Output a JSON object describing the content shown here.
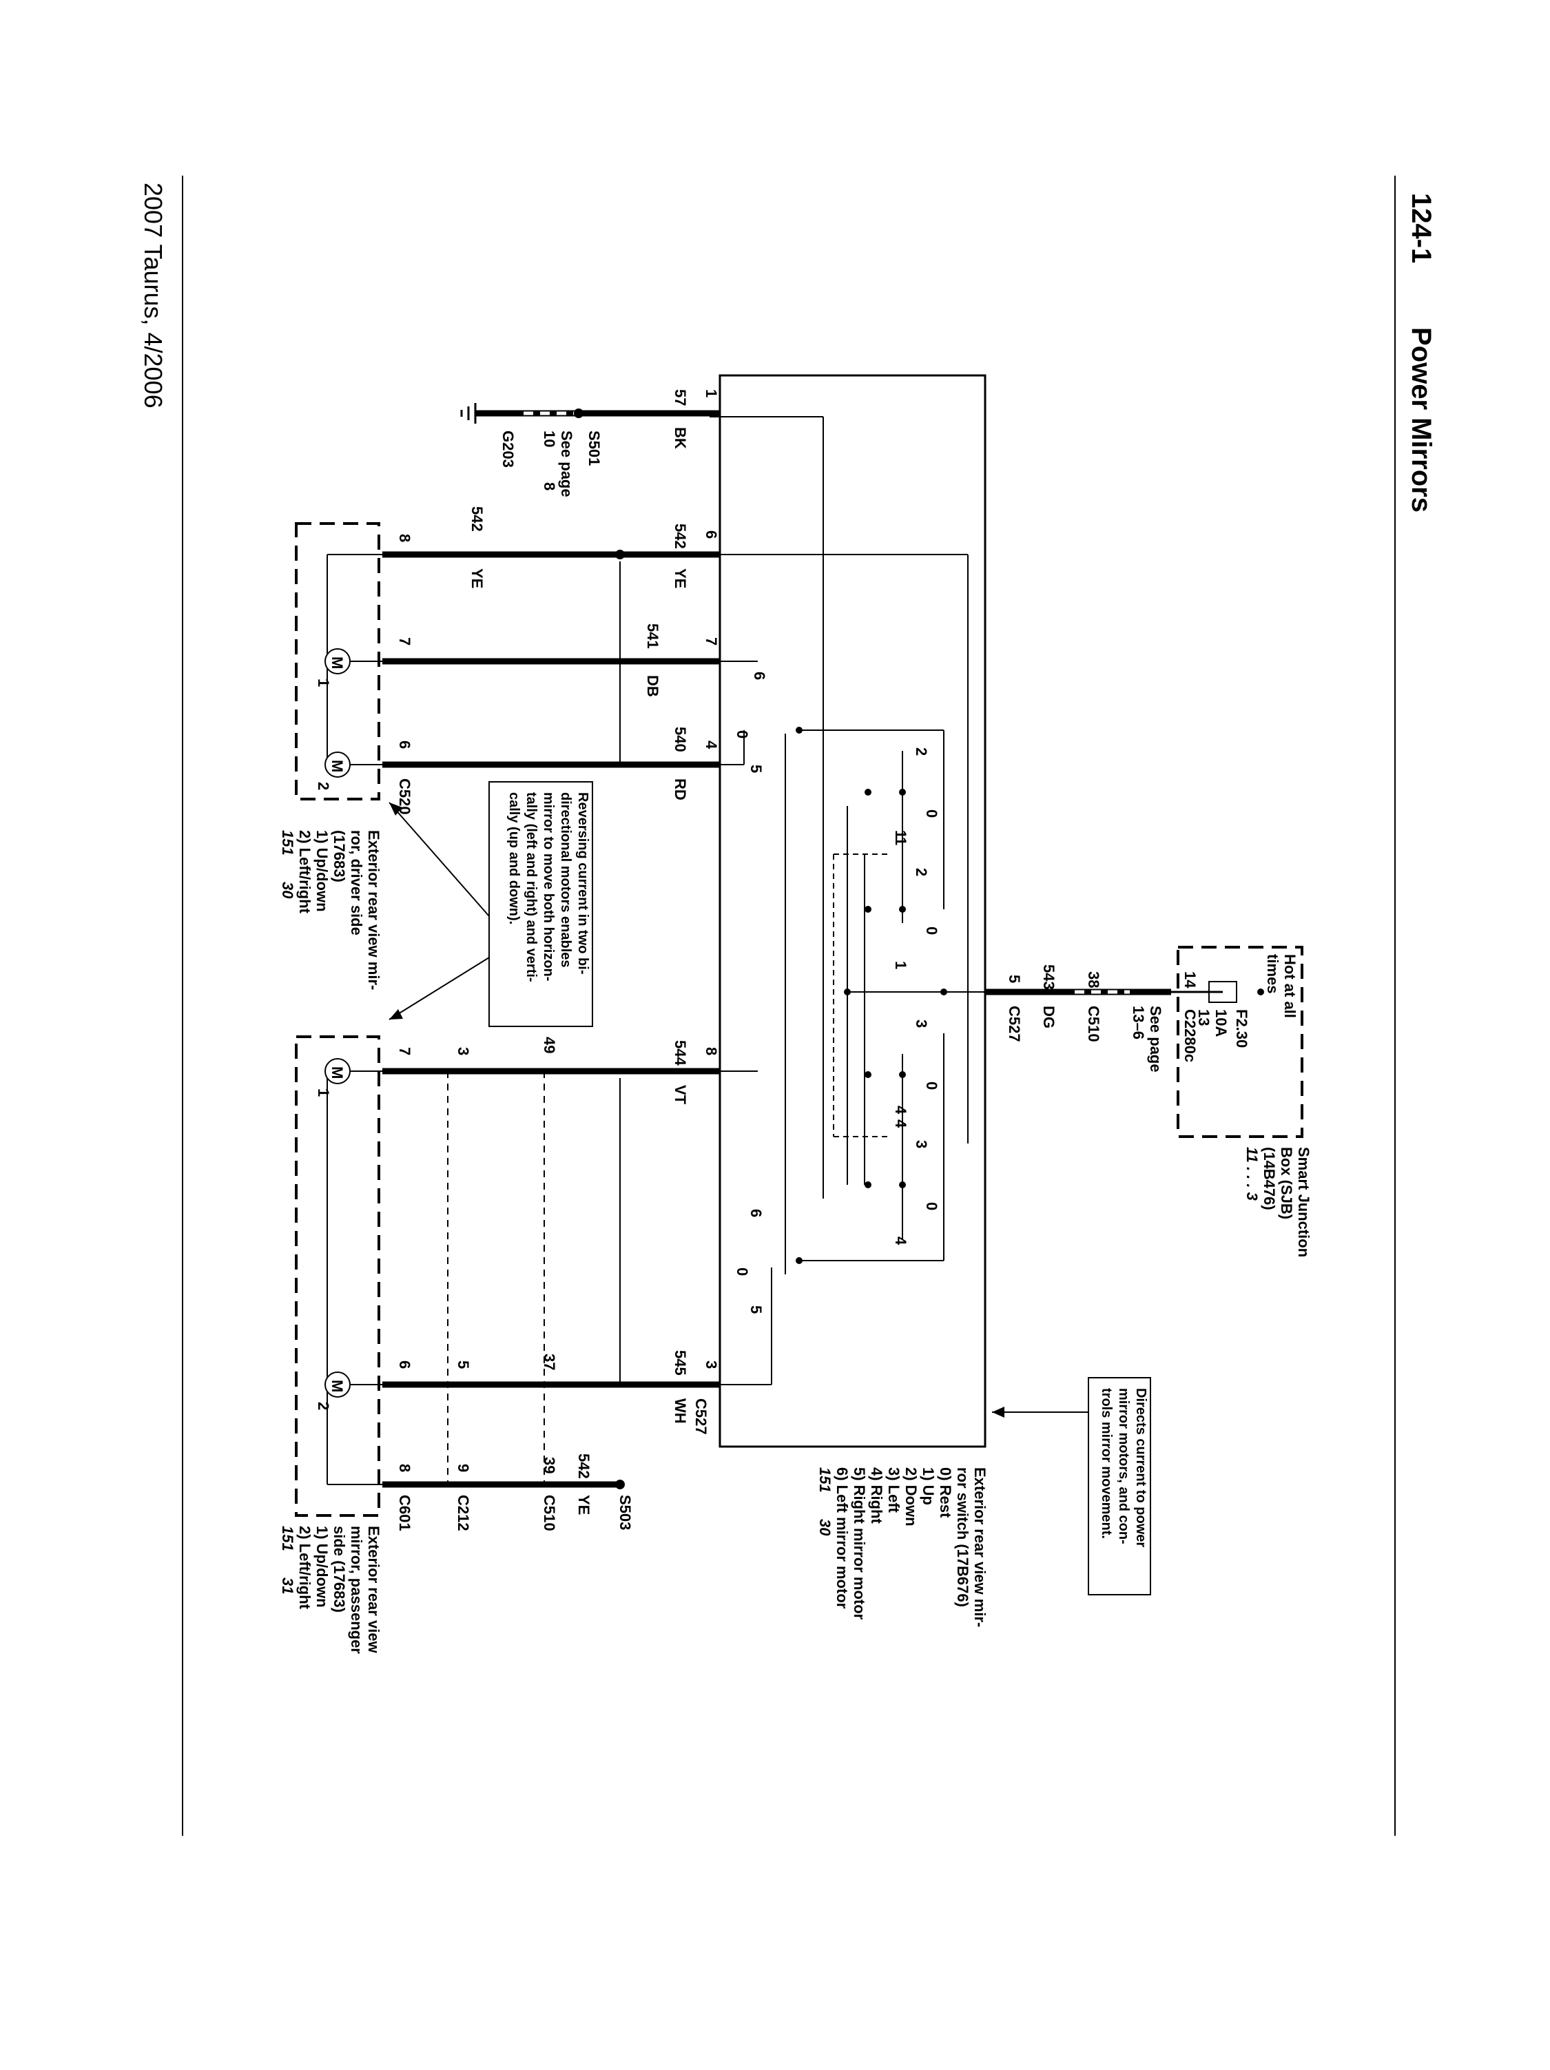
{
  "header": {
    "page_number": "124-1",
    "title": "Power Mirrors"
  },
  "footer": {
    "vehicle": "2007 Taurus, 4/2006"
  },
  "sjb": {
    "hot_label_1": "Hot at all",
    "hot_label_2": "times",
    "fuse_id": "F2.30",
    "fuse_rating": "10A",
    "pin_13": "13",
    "pin_14": "14",
    "connector": "C2280c",
    "name_1": "Smart Junction",
    "name_2": "Box (SJB)",
    "name_3": "(14B476)",
    "ref": "11 . . . 3"
  },
  "feed": {
    "pin_38": "38",
    "connector_c510": "C510",
    "see_page_1": "See page",
    "see_page_2": "13–6",
    "circuit": "543",
    "color": "DG",
    "pin_5": "5",
    "connector_c527": "C527"
  },
  "switch": {
    "callout_1": "Directs current to power",
    "callout_2": "mirror motors, and con-",
    "callout_3": "trols mirror movement.",
    "title_1": "Exterior rear view mir-",
    "title_2": "ror switch (17B676)",
    "legend": [
      "0) Rest",
      "1) Up",
      "2) Down",
      "3) Left",
      "4) Right",
      "5) Right mirror motor",
      "6) Left mirror motor"
    ],
    "ref_a": "151",
    "ref_b": "30",
    "contact_labels": {
      "upper_6": "6",
      "upper_0": "0",
      "upper_5": "5",
      "lower_6": "6",
      "lower_0": "0",
      "lower_5": "5",
      "a_2": "2",
      "a_0": "0",
      "a_1": "1",
      "b_1": "1",
      "b_2": "2",
      "b_0": "0",
      "b_1b": "1",
      "c_3": "3",
      "c_0": "0",
      "c_4": "4",
      "d_4": "4",
      "d_3": "3",
      "d_0": "0",
      "d_4b": "4"
    }
  },
  "wires_left": {
    "pin_1": "1",
    "circuit_57": "57",
    "color_bk": "BK",
    "splice_s501": "S501",
    "s501_see_1": "See page",
    "s501_see_2": "10",
    "s501_see_3": "8",
    "ground": "G203",
    "pin_6": "6",
    "circuit_542": "542",
    "color_ye": "YE",
    "circuit_542b": "542",
    "color_ye2": "YE",
    "pin_8_mirror": "8",
    "pin_7": "7",
    "circuit_541": "541",
    "color_db": "DB",
    "pin_7_mirror": "7",
    "pin_4": "4",
    "circuit_540": "540",
    "color_rd": "RD",
    "pin_6_mirror": "6",
    "connector_c520": "C520"
  },
  "wires_right": {
    "pin_8": "8",
    "circuit_544": "544",
    "color_vt": "VT",
    "pin_49": "49",
    "pin_3": "3",
    "pin_7_mirror": "7",
    "pin_3_switch": "3",
    "circuit_545": "545",
    "color_wh": "WH",
    "connector_c527": "C527",
    "pin_37": "37",
    "pin_5": "5",
    "pin_6_mirror": "6",
    "circuit_542": "542",
    "color_ye": "YE",
    "splice_s503": "S503",
    "pin_39": "39",
    "connector_c510": "C510",
    "pin_9": "9",
    "connector_c212": "C212",
    "pin_8_mirror": "8",
    "connector_c601": "C601"
  },
  "note": {
    "line_1": "Reversing current in two bi-",
    "line_2": "directional motors enables",
    "line_3": "mirror to move both horizon-",
    "line_4": "tally (left and right) and verti-",
    "line_5": "cally (up and down)."
  },
  "driver_mirror": {
    "title_1": "Exterior rear view mir-",
    "title_2": "ror, driver side",
    "title_3": "(17683)",
    "item_1": "1) Up/down",
    "item_2": "2) Left/right",
    "ref_a": "151",
    "ref_b": "30",
    "motor_1": "M",
    "motor_1_num": "1",
    "motor_2": "M",
    "motor_2_num": "2"
  },
  "passenger_mirror": {
    "title_1": "Exterior rear view",
    "title_2": "mirror, passenger",
    "title_3": "side (17683)",
    "item_1": "1) Up/down",
    "item_2": "2) Left/right",
    "ref_a": "151",
    "ref_b": "31",
    "motor_1": "M",
    "motor_1_num": "1",
    "motor_2": "M",
    "motor_2_num": "2"
  }
}
